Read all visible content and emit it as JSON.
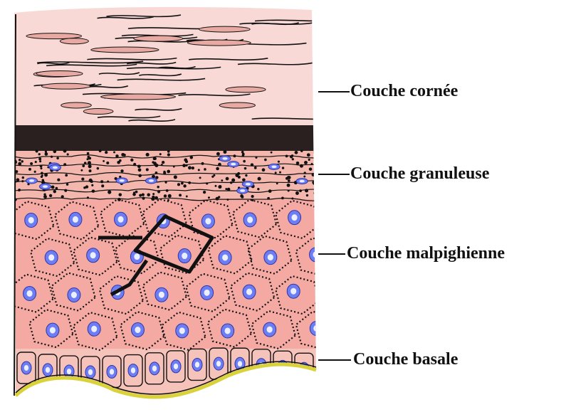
{
  "labels": {
    "cornee": "Couche cornée",
    "granuleuse": "Couche granuleuse",
    "malpighienne": "Couche malpighienne",
    "basale": "Couche basale"
  },
  "colors": {
    "cornee_bg": "#f9d9d6",
    "cornee_streak": "#e8a9a3",
    "granule_band": "#111111",
    "granuleuse_bg": "#f3b7ad",
    "malpighienne_bg": "#f4a9a2",
    "basale_bg": "#f6c3bb",
    "nucleus_fill": "#6f7df2",
    "nucleus_inner": "#eaf0ff",
    "dermis_line": "#d9d23a",
    "ink": "#111111"
  }
}
